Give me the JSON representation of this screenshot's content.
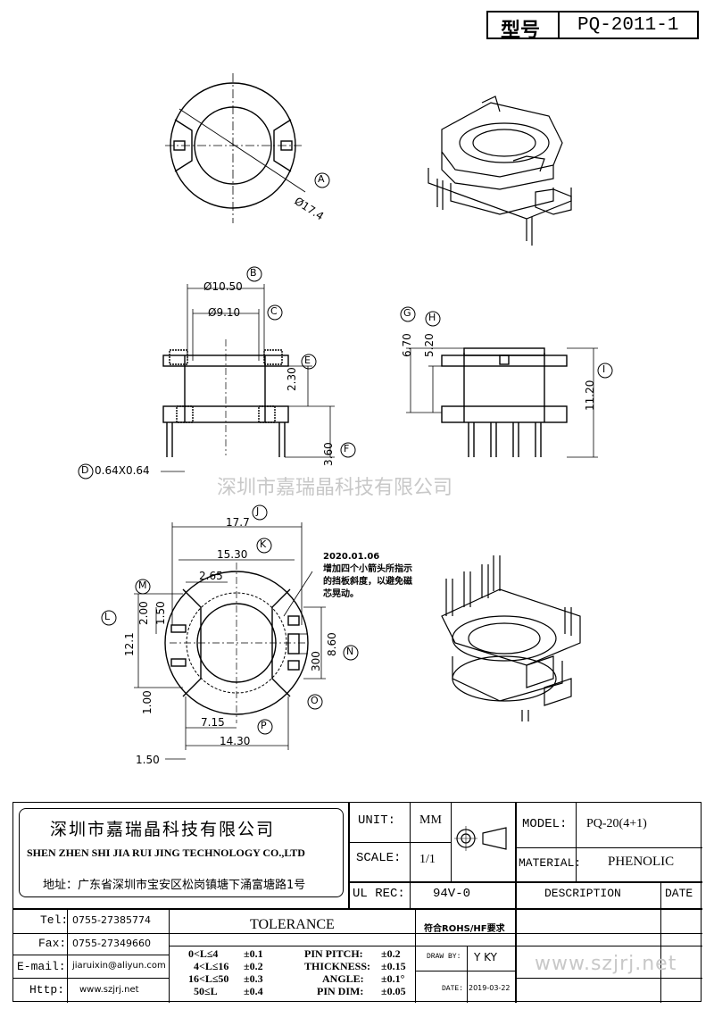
{
  "header": {
    "model_label": "型号",
    "model_value": "PQ-2011-1"
  },
  "top_view": {
    "label_a": "A",
    "dim_diameter": "Ø17.4"
  },
  "front_view": {
    "label_b": "B",
    "dim_b": "Ø10.50",
    "label_c": "C",
    "dim_c": "Ø9.10",
    "label_d": "D",
    "dim_d": "0.64X0.64",
    "label_e": "E",
    "dim_e": "2.30",
    "label_f": "F",
    "dim_f": "3.60"
  },
  "side_view": {
    "label_g": "G",
    "dim_g": "6.70",
    "label_h": "H",
    "dim_h": "5.20",
    "label_i": "I",
    "dim_i": "11.20"
  },
  "watermark_center": "深圳市嘉瑞晶科技有限公司",
  "bottom_view": {
    "label_j": "J",
    "dim_j": "17.7",
    "label_k": "K",
    "dim_k": "15.30",
    "dim_265": "2.65",
    "label_m": "M",
    "dim_m": "2.00",
    "dim_150a": "1.50",
    "label_l": "L",
    "dim_l": "12.1",
    "label_n": "N",
    "dim_n": "8.60",
    "dim_300": "300",
    "label_o": "O",
    "dim_100": "1.00",
    "dim_715": "7.15",
    "label_p": "P",
    "dim_p": "14.30",
    "dim_150b": "1.50"
  },
  "revision_note": {
    "date": "2020.01.06",
    "line1": "增加四个小箭头所指示",
    "line2": "的挡板斜度，以避免磁",
    "line3": "芯晃动。"
  },
  "title_block": {
    "company_cn": "深圳市嘉瑞晶科技有限公司",
    "company_en": "SHEN ZHEN SHI  JIA RUI JING  TECHNOLOGY CO.,LTD",
    "address": "地址：广东省深圳市宝安区松岗镇塘下涌富塘路1号",
    "unit_label": "UNIT:",
    "unit_value": "MM",
    "scale_label": "SCALE:",
    "scale_value": "1/1",
    "ul_label": "UL REC:",
    "ul_value": "94V-0",
    "model_label": "MODEL:",
    "model_value": "PQ-20(4+1)",
    "material_label": "MATERIAL:",
    "material_value": "PHENOLIC",
    "description_label": "DESCRIPTION",
    "date_label": "DATE",
    "tel_label": "Tel:",
    "tel_value": "0755-27385774",
    "fax_label": "Fax:",
    "fax_value": "0755-27349660",
    "email_label": "E-mail:",
    "email_value": "jiaruixin@aliyun.com",
    "http_label": "Http:",
    "http_value": "www.szjrj.net",
    "tolerance_label": "TOLERANCE",
    "tol_rows": [
      {
        "range": "0<L≤4",
        "tol": "±0.1",
        "name": "PIN PITCH:",
        "val": "±0.2"
      },
      {
        "range": "4<L≤16",
        "tol": "±0.2",
        "name": "THICKNESS:",
        "val": "±0.15"
      },
      {
        "range": "16<L≤50",
        "tol": "±0.3",
        "name": "ANGLE:",
        "val": "±0.1°"
      },
      {
        "range": "50≤L",
        "tol": "±0.4",
        "name": "PIN DIM:",
        "val": "±0.05"
      }
    ],
    "rohs": "符合ROHS/HF要求",
    "draw_by_label": "DRAW BY:",
    "draw_by_value": "Y KY",
    "date_field_label": "DATE:",
    "date_field_value": "2019-03-22",
    "watermark_url": "www.szjrj.net"
  }
}
